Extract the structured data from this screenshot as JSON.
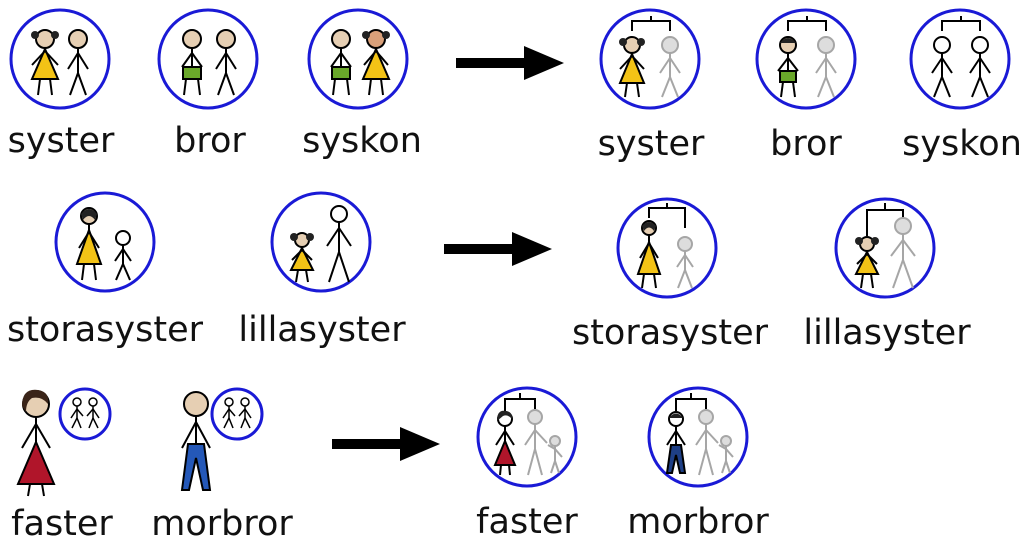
{
  "rows": [
    {
      "left": [
        "syster",
        "bror",
        "syskon"
      ],
      "right": [
        "syster",
        "bror",
        "syskon"
      ]
    },
    {
      "left": [
        "storasyster",
        "lillasyster"
      ],
      "right": [
        "storasyster",
        "lillasyster"
      ]
    },
    {
      "left": [
        "faster",
        "morbror"
      ],
      "right": [
        "faster",
        "morbror"
      ]
    }
  ],
  "colors": {
    "circle": "#1a1ad6",
    "skin": "#e6cfb3",
    "yellow_dress": "#f3c316",
    "green_shorts": "#6aa82a",
    "red_dress": "#b0152a",
    "blue_pants": "#2458b8",
    "grey_figure": "#a6a6a6",
    "arrow": "#000000"
  },
  "icons": [
    "sister-symbol",
    "brother-symbol",
    "sibling-symbol",
    "arrow-right-icon",
    "family-tree-bracket-icon"
  ]
}
